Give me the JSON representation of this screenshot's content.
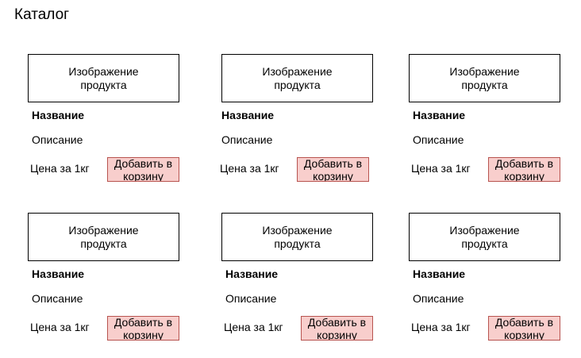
{
  "page": {
    "title": "Каталог"
  },
  "colors": {
    "button_fill": "#f8cecc",
    "button_border": "#b85450",
    "box_border": "#000000"
  },
  "products": [
    {
      "image_label_line1": "Изображение",
      "image_label_line2": "продукта",
      "name": "Название",
      "description": "Описание",
      "price": "Цена за 1кг",
      "add_button": "Добавить в корзину"
    },
    {
      "image_label_line1": "Изображение",
      "image_label_line2": "продукта",
      "name": "Название",
      "description": "Описание",
      "price": "Цена за 1кг",
      "add_button": "Добавить в корзину"
    },
    {
      "image_label_line1": "Изображение",
      "image_label_line2": "продукта",
      "name": "Название",
      "description": "Описание",
      "price": "Цена за 1кг",
      "add_button": "Добавить в корзину"
    },
    {
      "image_label_line1": "Изображение",
      "image_label_line2": "продукта",
      "name": "Название",
      "description": "Описание",
      "price": "Цена за 1кг",
      "add_button": "Добавить в корзину"
    },
    {
      "image_label_line1": "Изображение",
      "image_label_line2": "продукта",
      "name": "Название",
      "description": "Описание",
      "price": "Цена за 1кг",
      "add_button": "Добавить в корзину"
    },
    {
      "image_label_line1": "Изображение",
      "image_label_line2": "продукта",
      "name": "Название",
      "description": "Описание",
      "price": "Цена за 1кг",
      "add_button": "Добавить в корзину"
    }
  ]
}
